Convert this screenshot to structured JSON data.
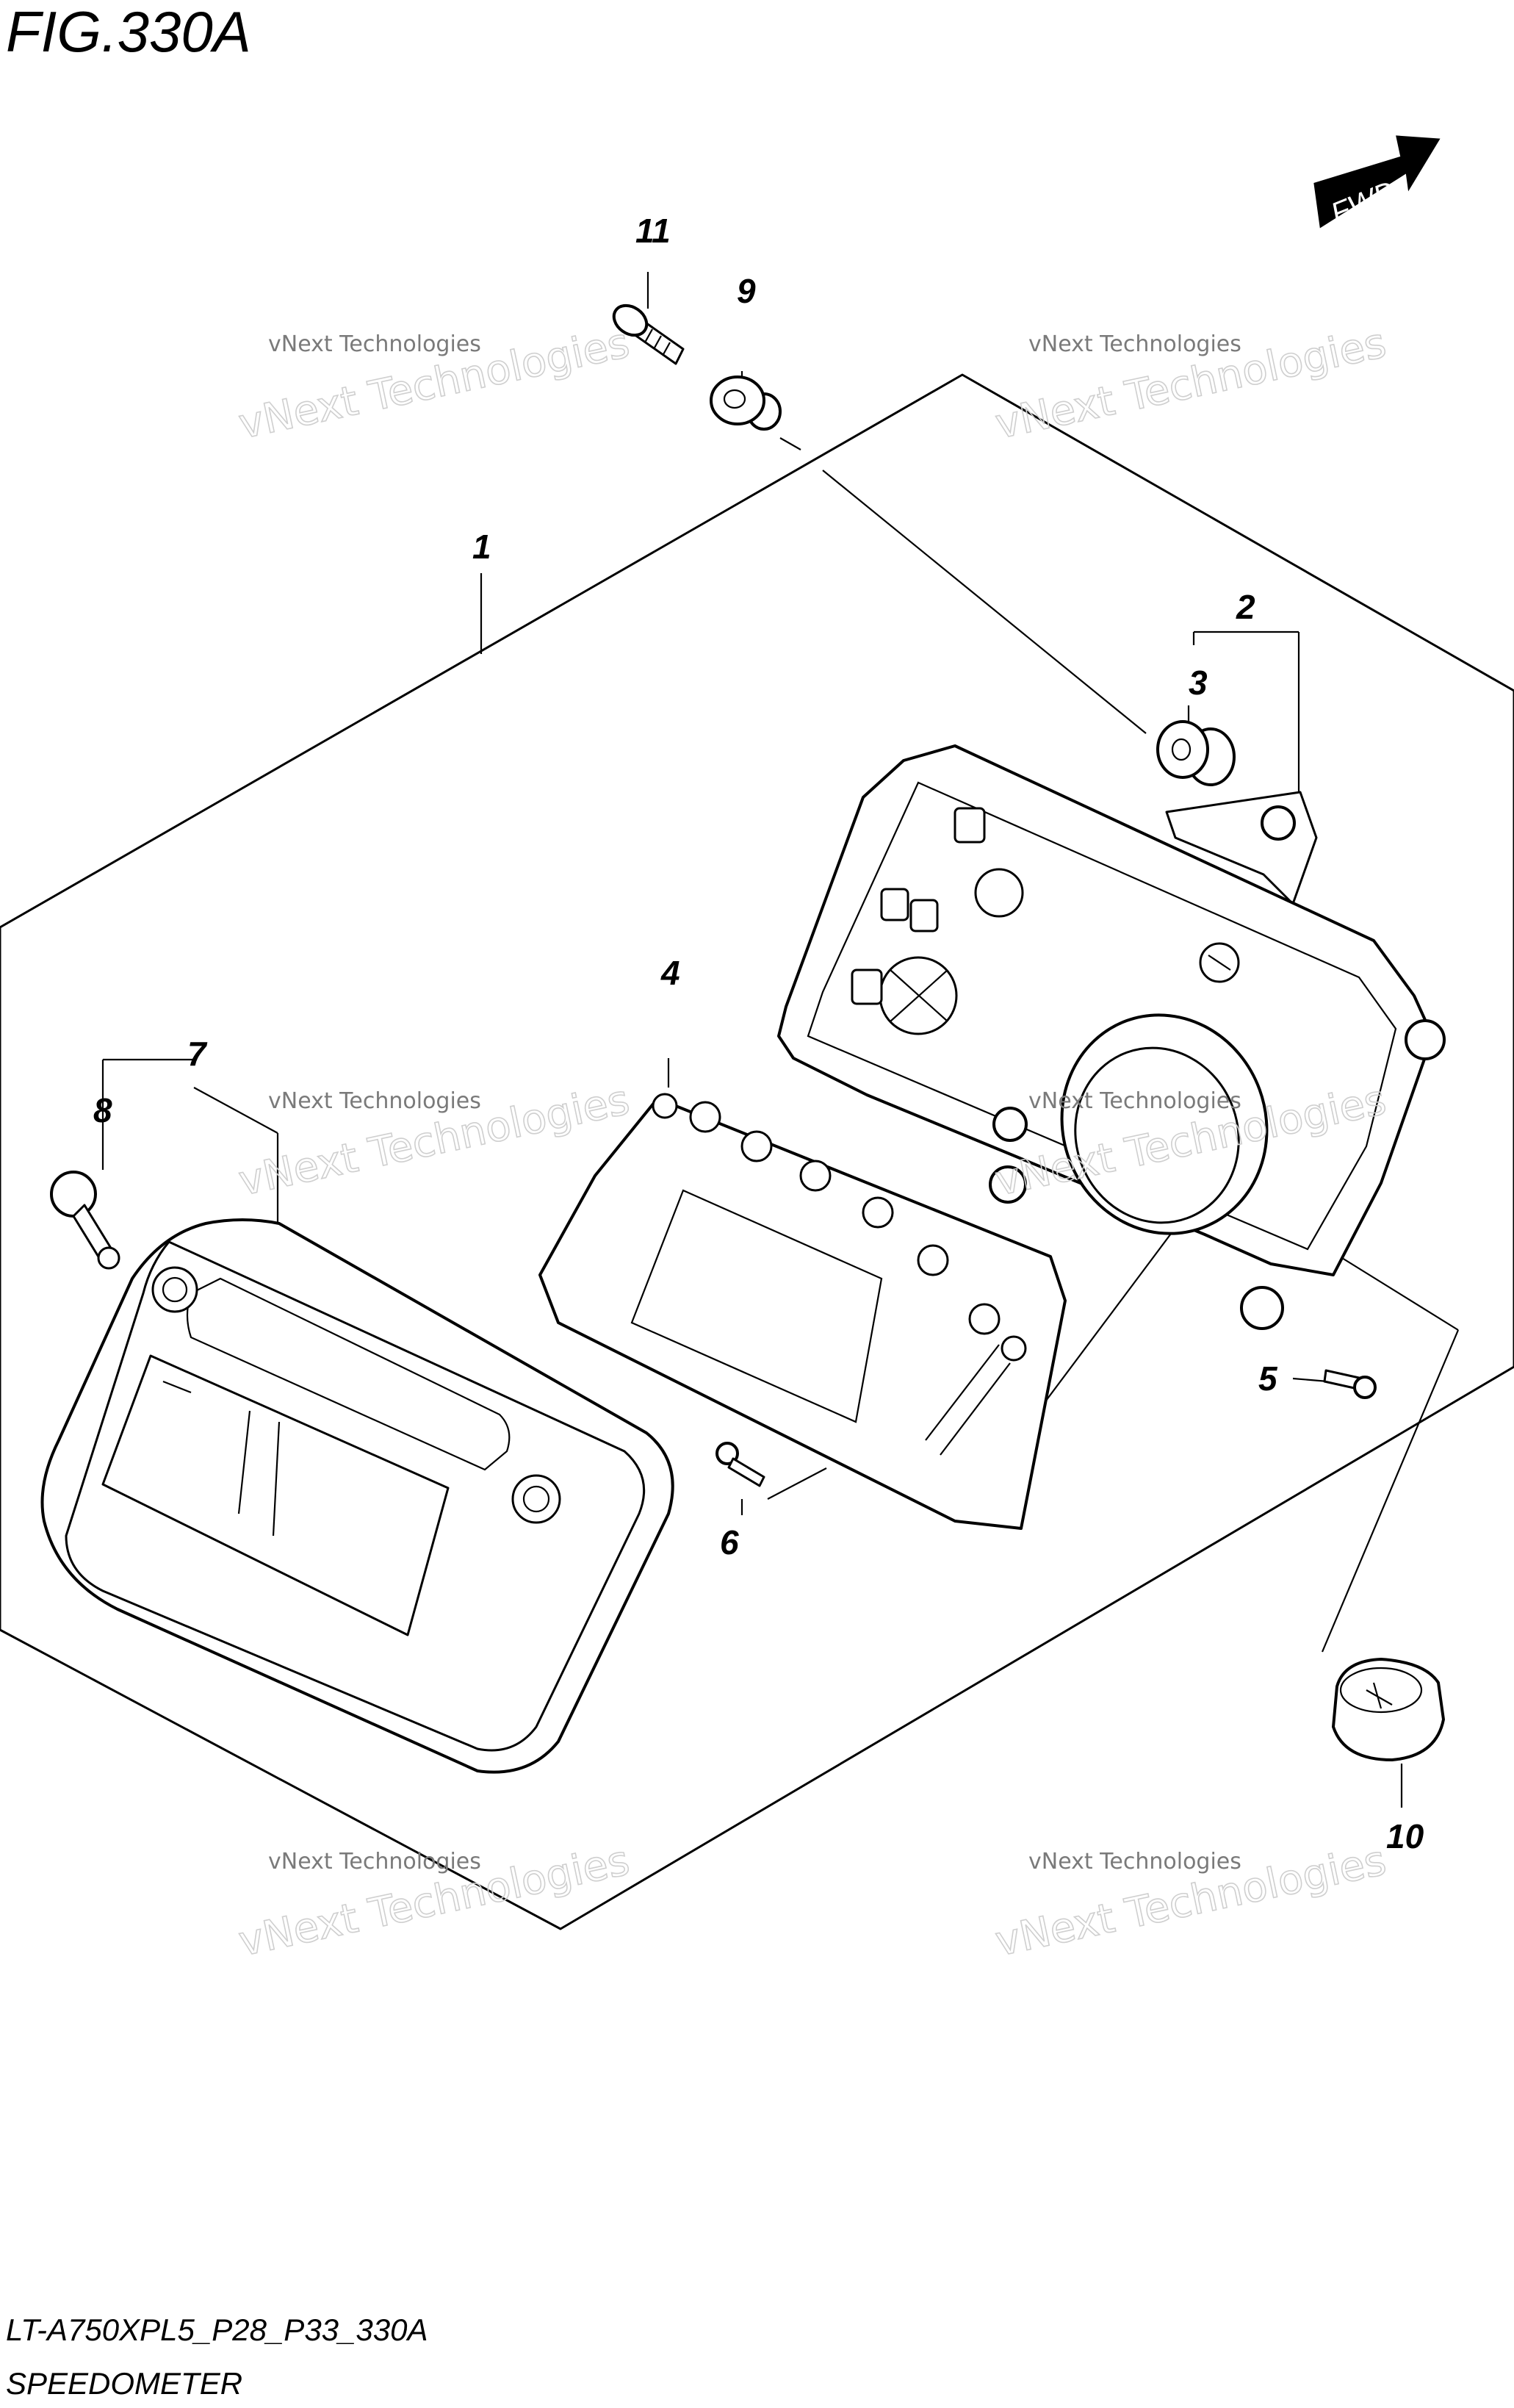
{
  "figure": {
    "title": "FIG.330A"
  },
  "direction_tag": {
    "label": "FWD"
  },
  "callouts": [
    {
      "id": "1",
      "label": "1"
    },
    {
      "id": "2",
      "label": "2"
    },
    {
      "id": "3",
      "label": "3"
    },
    {
      "id": "4",
      "label": "4"
    },
    {
      "id": "5",
      "label": "5"
    },
    {
      "id": "6",
      "label": "6"
    },
    {
      "id": "7",
      "label": "7"
    },
    {
      "id": "8",
      "label": "8"
    },
    {
      "id": "9",
      "label": "9"
    },
    {
      "id": "10",
      "label": "10"
    },
    {
      "id": "11",
      "label": "11"
    }
  ],
  "watermark": {
    "line1": "vNext Technologies",
    "line2": "vNext Technologies"
  },
  "footer": {
    "code": "LT-A750XPL5_P28_P33_330A",
    "name": "SPEEDOMETER"
  }
}
